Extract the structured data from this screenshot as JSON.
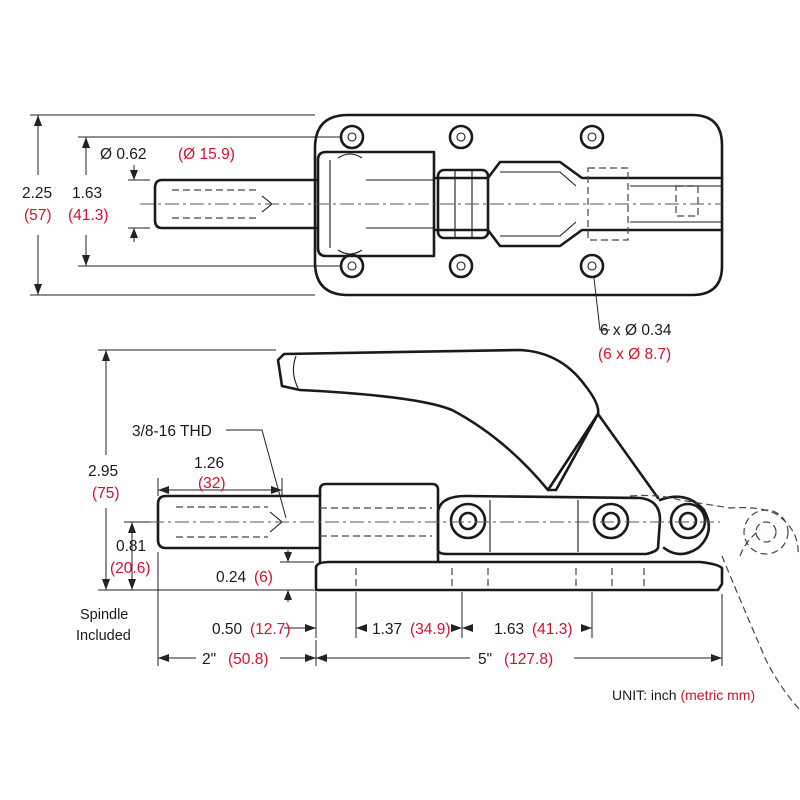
{
  "units": {
    "label": "UNIT: inch",
    "metric": "(metric mm)"
  },
  "top_view": {
    "overall_width": {
      "inch": "2.25",
      "metric": "(57)"
    },
    "hole_spacing": {
      "inch": "1.63",
      "metric": "(41.3)"
    },
    "spindle_diameter": {
      "inch": "Ø 0.62",
      "metric": "(Ø 15.9)"
    },
    "mount_holes": {
      "inch": "6 x Ø 0.34",
      "metric": "(6 x Ø 8.7)"
    }
  },
  "side_view": {
    "thread": "3/8-16 THD",
    "overall_height": {
      "inch": "2.95",
      "metric": "(75)"
    },
    "thread_length": {
      "inch": "1.26",
      "metric": "(32)"
    },
    "spindle_height": {
      "inch": "0.81",
      "metric": "(20.6)"
    },
    "base_thickness": {
      "inch": "0.24",
      "metric": "(6)"
    },
    "spindle_note_line1": "Spindle",
    "spindle_note_line2": "Included",
    "offset": {
      "inch": "0.50",
      "metric": "(12.7)"
    },
    "hole_pitch_1": {
      "inch": "1.37",
      "metric": "(34.9)"
    },
    "hole_pitch_2": {
      "inch": "1.63",
      "metric": "(41.3)"
    },
    "spindle_extension": {
      "inch": "2\"",
      "metric": "(50.8)"
    },
    "base_length": {
      "inch": "5\"",
      "metric": "(127.8)"
    }
  }
}
